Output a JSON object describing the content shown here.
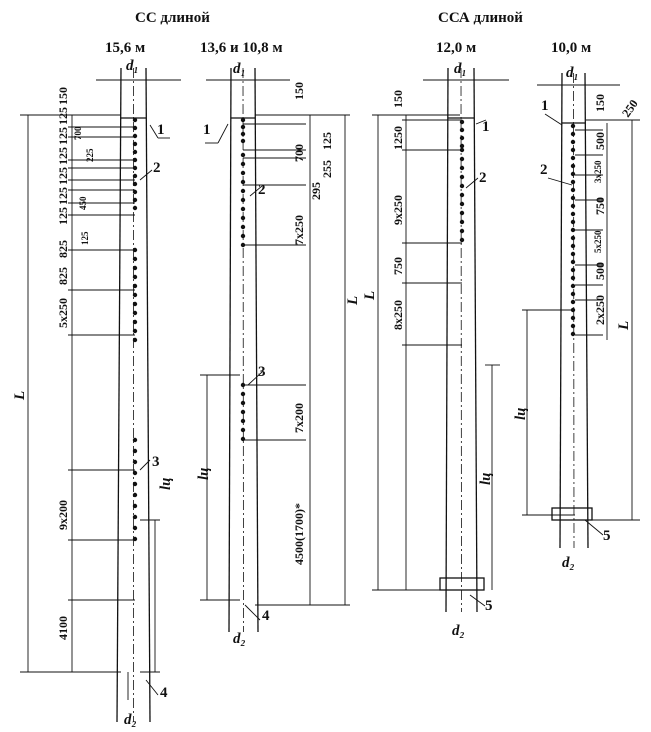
{
  "headers": {
    "cc_title": "СС длиной",
    "cc_len1": "15,6 м",
    "cc_len2": "13,6 и 10,8 м",
    "cca_title": "ССА длиной",
    "cca_len1": "12,0 м",
    "cca_len2": "10,0 м"
  },
  "symbols": {
    "d1": "d₁",
    "d2": "d₂",
    "L": "L",
    "lc": "lц"
  },
  "callouts": [
    "1",
    "2",
    "3",
    "4",
    "5"
  ],
  "col1": {
    "dims": [
      "150",
      "125",
      "125",
      "125",
      "125",
      "125",
      "125",
      "825",
      "825",
      "5x250",
      "9x200",
      "4100"
    ],
    "small": [
      "700",
      "225",
      "450",
      "125"
    ]
  },
  "col2": {
    "dims": [
      "150",
      "700",
      "125",
      "255",
      "295",
      "7x250",
      "7x200",
      "4500(1700)*"
    ]
  },
  "col3": {
    "dims": [
      "150",
      "1250",
      "9x250",
      "750",
      "8x250"
    ]
  },
  "col4": {
    "dims": [
      "150",
      "250",
      "500",
      "3x250",
      "750",
      "5x250",
      "500",
      "2x250"
    ]
  }
}
